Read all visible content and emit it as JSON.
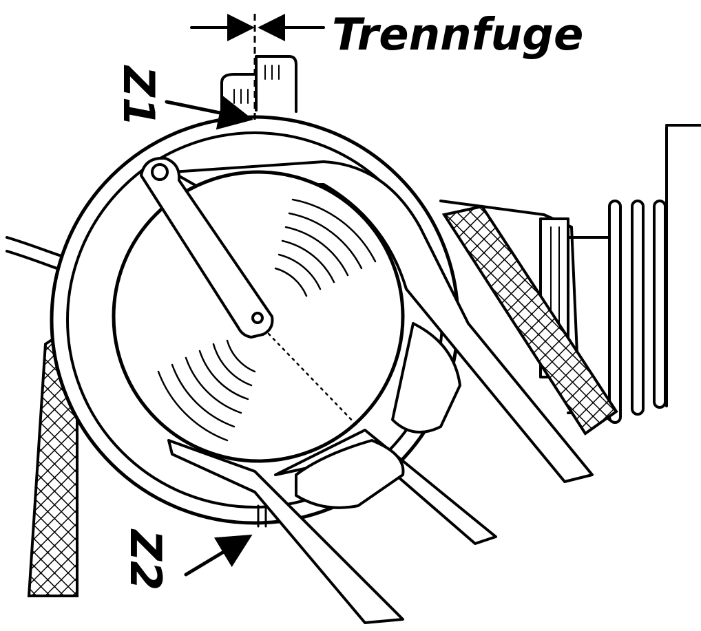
{
  "labels": {
    "separation_joint": "Trennfuge",
    "mark_top": "Z1",
    "mark_bottom": "Z2"
  },
  "colors": {
    "ink": "#000000",
    "paper": "#ffffff"
  }
}
